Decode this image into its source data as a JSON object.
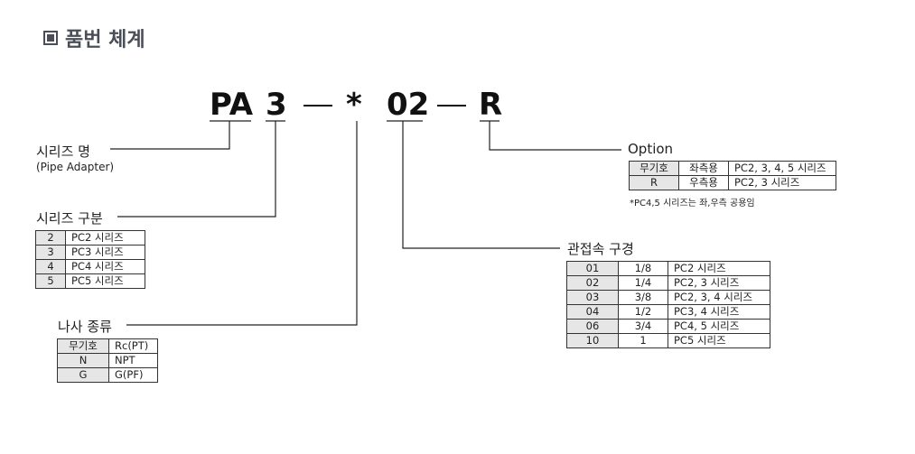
{
  "heading": "품번 체계",
  "code": {
    "parts": [
      "PA",
      "3",
      "—",
      "*",
      "02",
      "—",
      "R"
    ]
  },
  "series_name": {
    "label": "시리즈 명",
    "sub": "(Pipe Adapter)"
  },
  "series_class": {
    "label": "시리즈 구분",
    "rows": [
      [
        "2",
        "PC2 시리즈"
      ],
      [
        "3",
        "PC3 시리즈"
      ],
      [
        "4",
        "PC4 시리즈"
      ],
      [
        "5",
        "PC5 시리즈"
      ]
    ]
  },
  "thread": {
    "label": "나사 종류",
    "rows": [
      [
        "무기호",
        "Rc(PT)"
      ],
      [
        "N",
        "NPT"
      ],
      [
        "G",
        "G(PF)"
      ]
    ]
  },
  "option": {
    "label": "Option",
    "rows": [
      [
        "무기호",
        "좌측용",
        "PC2, 3, 4, 5 시리즈"
      ],
      [
        "R",
        "우측용",
        "PC2, 3 시리즈"
      ]
    ],
    "note": "*PC4,5 시리즈는 좌,우측 공용임"
  },
  "port": {
    "label": "관접속 구경",
    "rows": [
      [
        "01",
        "1/8",
        "PC2 시리즈"
      ],
      [
        "02",
        "1/4",
        "PC2, 3 시리즈"
      ],
      [
        "03",
        "3/8",
        "PC2, 3, 4 시리즈"
      ],
      [
        "04",
        "1/2",
        "PC3, 4 시리즈"
      ],
      [
        "06",
        "3/4",
        "PC4, 5 시리즈"
      ],
      [
        "10",
        "1",
        "PC5 시리즈"
      ]
    ]
  },
  "colors": {
    "line": "#222222",
    "cell_shade": "#e6e6e6",
    "heading": "#4a4f57"
  }
}
